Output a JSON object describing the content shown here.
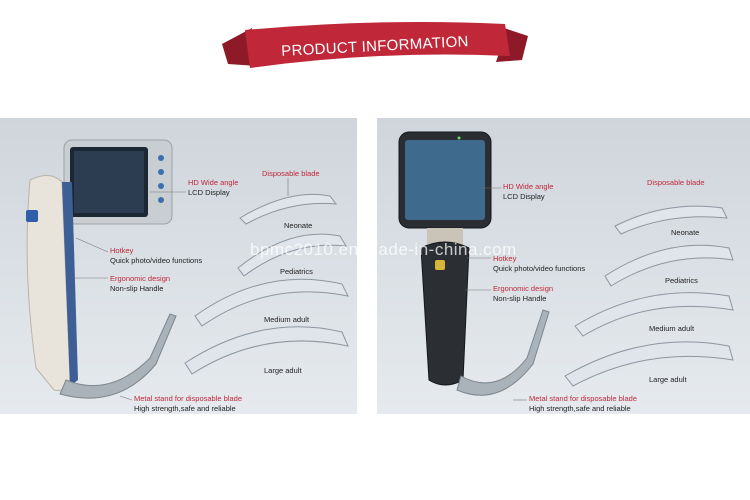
{
  "banner": {
    "title": "PRODUCT INFORMATION",
    "color": "#c0283a"
  },
  "watermark": "bpmc2010.en.made-in-china.com",
  "left_panel": {
    "hd_title": "HD Wide angle",
    "hd_sub": "LCD Display",
    "blade_title": "Disposable blade",
    "hotkey_title": "Hotkey",
    "hotkey_sub": "Quick photo/video functions",
    "ergo_title": "Ergonomic design",
    "ergo_sub": "Non-slip Handle",
    "stand_title": "Metal stand for disposable blade",
    "stand_sub": "High strength,safe and reliable",
    "sizes": [
      "Neonate",
      "Pediatrics",
      "Medium adult",
      "Large adult"
    ]
  },
  "right_panel": {
    "hd_title": "HD Wide angle",
    "hd_sub": "LCD Display",
    "blade_title": "Disposable blade",
    "hotkey_title": "Hotkey",
    "hotkey_sub": "Quick photo/video functions",
    "ergo_title": "Ergonomic design",
    "ergo_sub": "Non-slip Handle",
    "stand_title": "Metal stand for disposable blade",
    "stand_sub": "High strength,safe and reliable",
    "sizes": [
      "Neonate",
      "Pediatrics",
      "Medium adult",
      "Large adult"
    ]
  }
}
